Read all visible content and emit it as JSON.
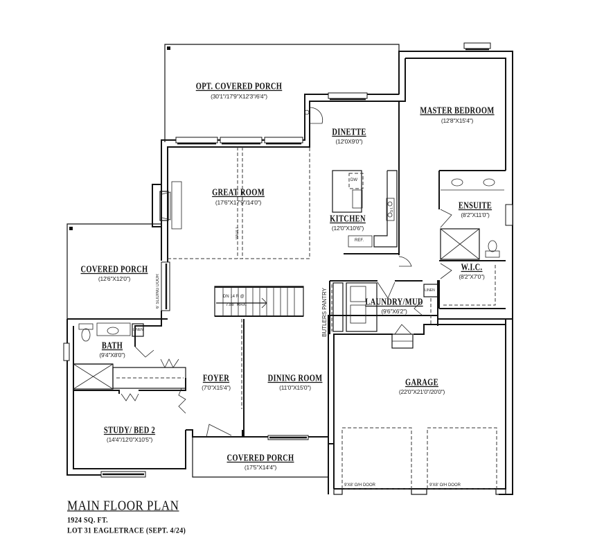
{
  "title_block": {
    "title": "MAIN FLOOR PLAN",
    "area": "1924 SQ. FT.",
    "lot": "LOT 31 EAGLETRACE (SEPT. 4/24)"
  },
  "rooms": {
    "opt_covered_porch": {
      "name": "OPT. COVERED PORCH",
      "dims": "(30'1\"/17'9\"X12'3\"/6'4\")"
    },
    "dinette": {
      "name": "DINETTE",
      "dims": "(12'0X9'0\")"
    },
    "master_bedroom": {
      "name": "MASTER BEDROOM",
      "dims": "(12'8\"X15'4\")"
    },
    "great_room": {
      "name": "GREAT ROOM",
      "dims": "(17'6\"X17'9\"/14'0\")"
    },
    "kitchen": {
      "name": "KITCHEN",
      "dims": "(12'0\"X10'6\")"
    },
    "ensuite": {
      "name": "ENSUITE",
      "dims": "(8'2\"X11'0\")"
    },
    "wic": {
      "name": "W.I.C.",
      "dims": "(8'2\"X7'0\")"
    },
    "covered_porch_side": {
      "name": "COVERED PORCH",
      "dims": "(12'6\"X12'0\")"
    },
    "laundry_mud": {
      "name": "LAUNDRY/MUD",
      "dims": "(9'6\"X6'2\")"
    },
    "bath": {
      "name": "BATH",
      "dims": "(9'4\"X8'0\")"
    },
    "foyer": {
      "name": "FOYER",
      "dims": "(7'0\"X15'4\")"
    },
    "dining_room": {
      "name": "DINING ROOM",
      "dims": "(11'0\"X15'0\")"
    },
    "garage": {
      "name": "GARAGE",
      "dims": "(22'0\"X21'0\"/20'0\")"
    },
    "study_bed2": {
      "name": "STUDY/ BED 2",
      "dims": "(14'4\"/12'0\"X10'5\")"
    },
    "covered_porch_front": {
      "name": "COVERED PORCH",
      "dims": "(17'5\"X14'4\")"
    }
  },
  "annotations": {
    "vault": "VAULT",
    "sliding_door": "6' SLIDING DOOR",
    "butlers_pantry": "BUTLERS PANTRY",
    "stairs_line1": "DN 14 R @",
    "stairs_line2": "7.88\" MAX.",
    "dishwasher": "DW",
    "fridge": "REF.",
    "stove": "ST.",
    "linen_bath": "LINEN",
    "linen_laundry": "LINEN",
    "garage_door_left": "9'X8' O/H DOOR",
    "garage_door_right": "9'X8' O/H DOOR"
  },
  "colors": {
    "line": "#111111",
    "background": "#ffffff"
  }
}
